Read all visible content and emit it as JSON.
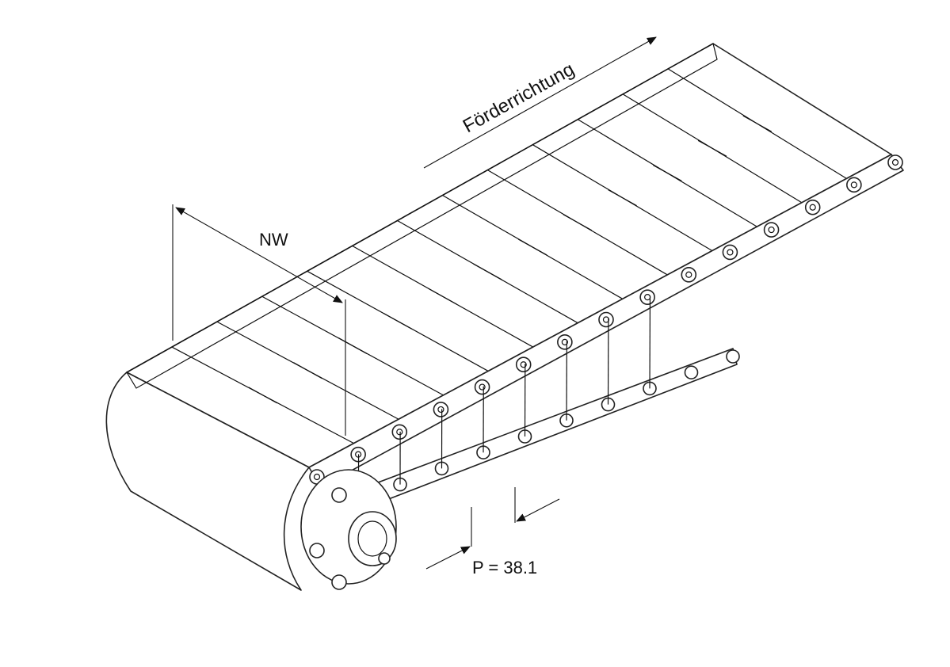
{
  "labels": {
    "conveying_direction": "Förderrichtung",
    "nominal_width": "NW",
    "pitch": "P = 38.1"
  },
  "colors": {
    "line": "#111111",
    "background": "#ffffff"
  },
  "icons": {
    "arrowheads": "filled-triangle"
  }
}
